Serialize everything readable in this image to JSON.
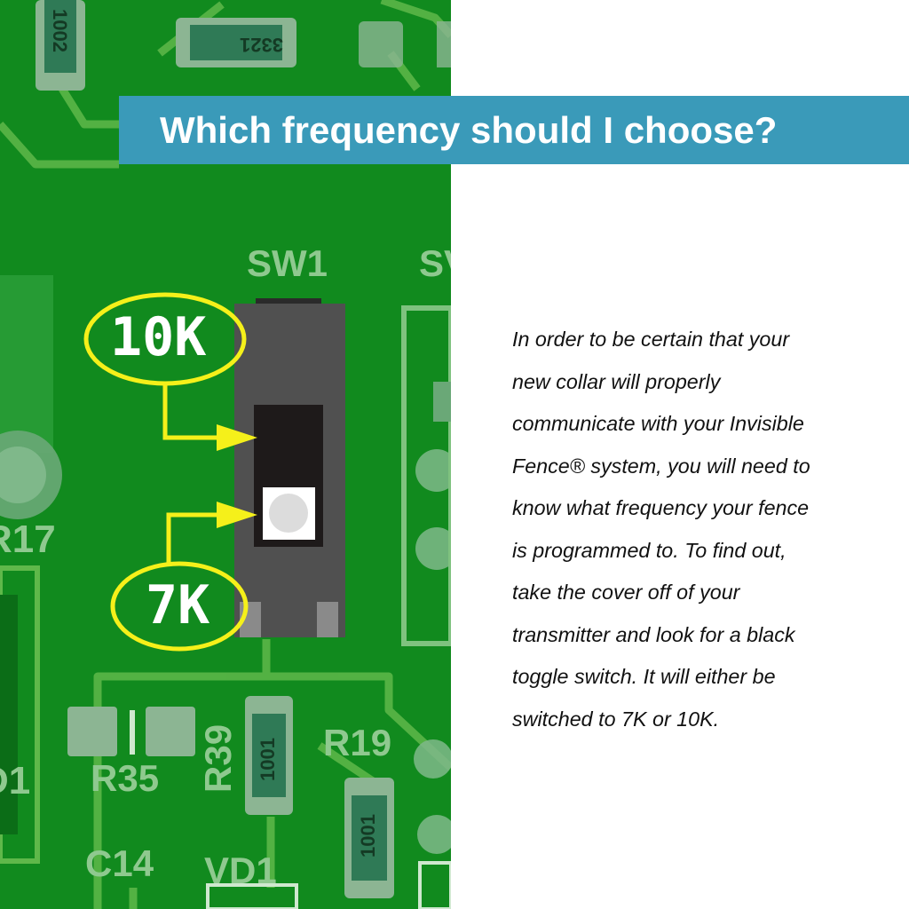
{
  "title": "Which frequency should I choose?",
  "body_lines": [
    "In order to be certain that your",
    "new collar will properly",
    "communicate with your Invisible",
    "Fence® system, you will need to",
    "know what frequency your fence",
    "is programmed to. To find out,",
    "take the cover off of your",
    "transmitter and look for a black",
    "toggle switch. It will either be",
    "switched to 7K or 10K."
  ],
  "callouts": {
    "upper": "10K",
    "lower": "7K"
  },
  "board_labels": {
    "sw1": "SW1",
    "sw_partial": "SV",
    "r17": "R17",
    "r35": "R35",
    "r39": "R39",
    "r19": "R19",
    "c14": "C14",
    "vd1": "VD1",
    "d1_partial": "D1"
  },
  "chip_markings": {
    "top_left": "1002",
    "top_center": "3321",
    "r39": "1001",
    "r19": "1001"
  },
  "colors": {
    "board": "#118a1e",
    "banner": "#3a9ab9",
    "callout": "#f5f01a",
    "switch_body": "#505050"
  }
}
